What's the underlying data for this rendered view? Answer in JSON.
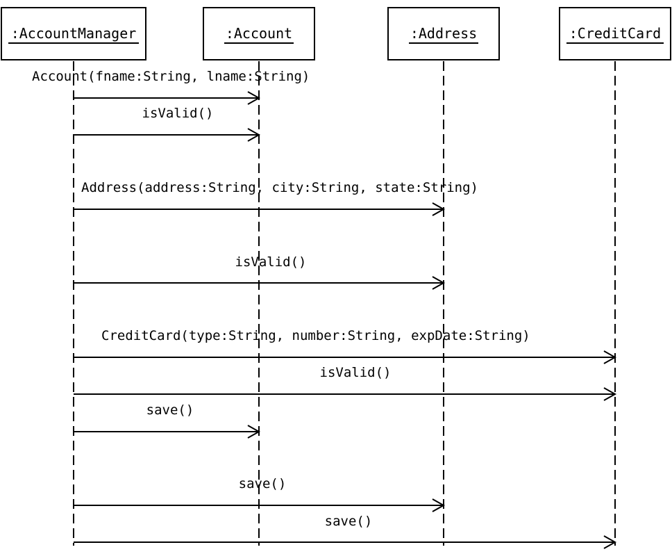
{
  "objects": [
    {
      "id": "accountmanager",
      "label": ":AccountManager"
    },
    {
      "id": "account",
      "label": ":Account"
    },
    {
      "id": "address",
      "label": ":Address"
    },
    {
      "id": "creditcard",
      "label": ":CreditCard"
    }
  ],
  "messages": [
    {
      "id": "account-constructor",
      "label": "Account(fname:String, lname:String)",
      "from": "accountmanager",
      "to": "account"
    },
    {
      "id": "account-isvalid",
      "label": "isValid()",
      "from": "accountmanager",
      "to": "account"
    },
    {
      "id": "address-constructor",
      "label": "Address(address:String, city:String, state:String)",
      "from": "accountmanager",
      "to": "address"
    },
    {
      "id": "address-isvalid",
      "label": "isValid()",
      "from": "accountmanager",
      "to": "address"
    },
    {
      "id": "creditcard-constructor",
      "label": "CreditCard(type:String, number:String, expDate:String)",
      "from": "accountmanager",
      "to": "creditcard"
    },
    {
      "id": "creditcard-isvalid",
      "label": "isValid()",
      "from": "accountmanager",
      "to": "creditcard"
    },
    {
      "id": "account-save",
      "label": "save()",
      "from": "accountmanager",
      "to": "account"
    },
    {
      "id": "address-save",
      "label": "save()",
      "from": "accountmanager",
      "to": "address"
    },
    {
      "id": "creditcard-save",
      "label": "save()",
      "from": "accountmanager",
      "to": "creditcard"
    }
  ]
}
